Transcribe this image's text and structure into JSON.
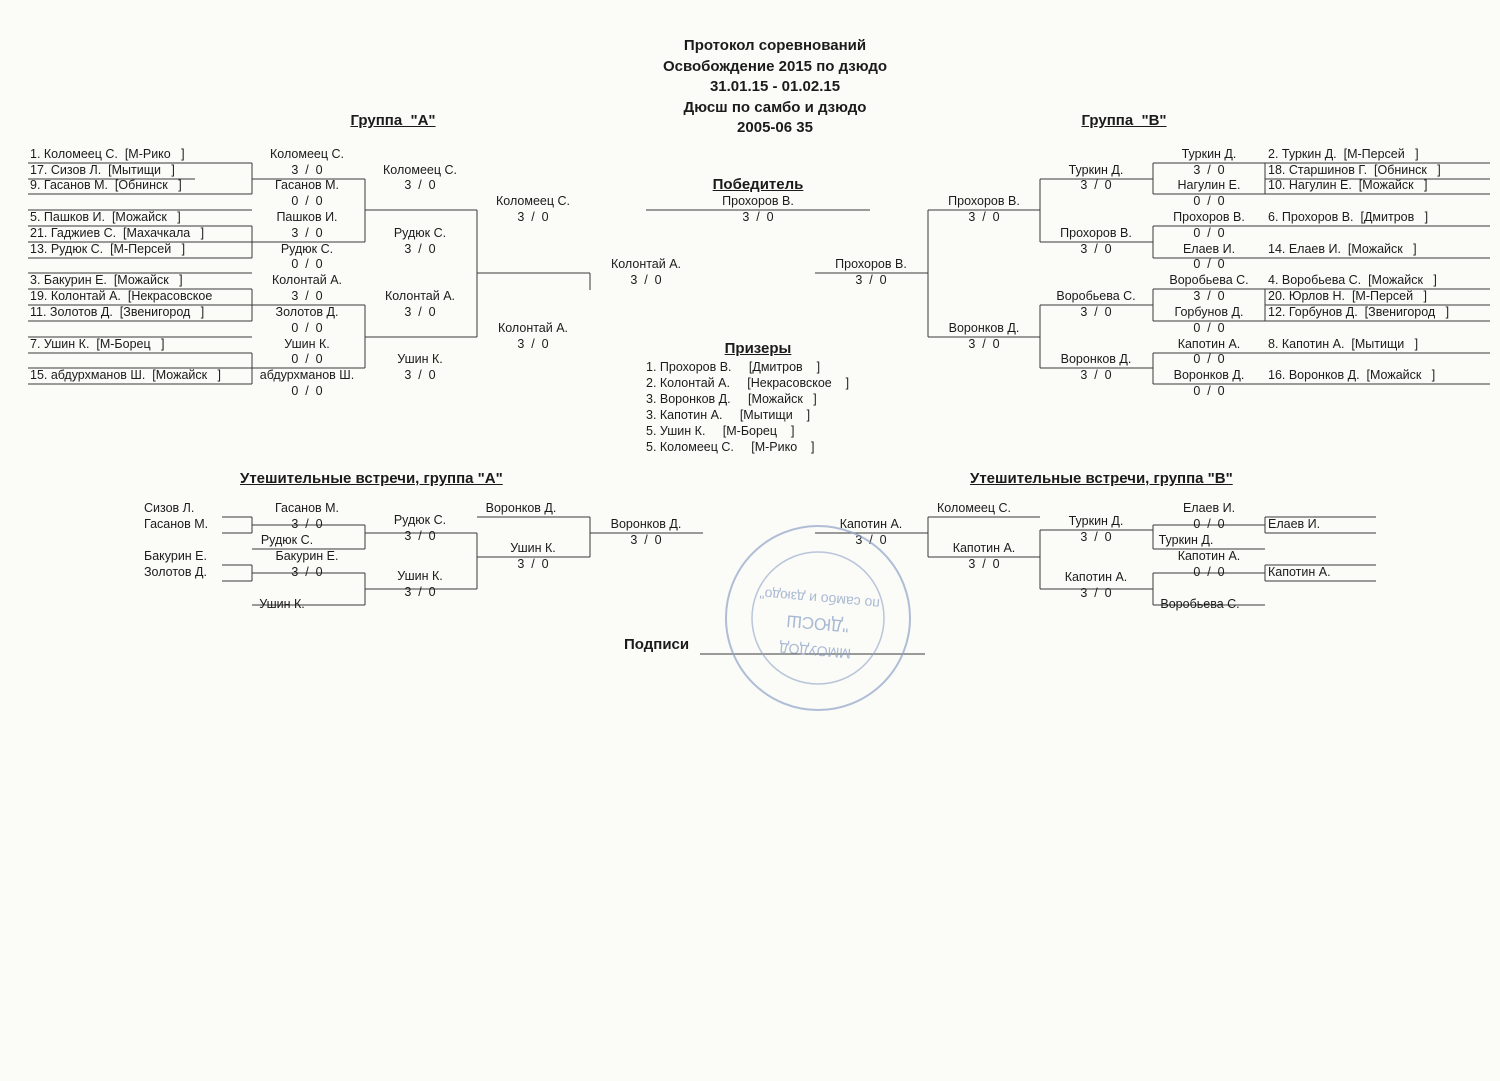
{
  "header": {
    "title": "Протокол соревнований",
    "event": "Освобождение 2015 по дзюдо",
    "dates": "31.01.15 - 01.02.15",
    "organizer": "Дюсш по самбо и дзюдо",
    "category": "2005-06 35"
  },
  "group_a": {
    "title": "Группа  \"А\"",
    "entrants": [
      "1. Коломеец С.  [М-Рико   ]",
      "17. Сизов Л.  [Мытищи   ]",
      "9. Гасанов М.  [Обнинск   ]",
      "5. Пашков И.  [Можайск   ]",
      "21. Гаджиев С.  [Махачкала   ]",
      "13. Рудюк С.  [М-Персей   ]",
      "3. Бакурин Е.  [Можайск   ]",
      "19. Колонтай А.  [Некрасовское",
      "11. Золотов Д.  [Звенигород   ]",
      "7. Ушин К.  [М-Борец   ]",
      "15. абдурхманов Ш.  [Можайск   ]"
    ],
    "round1": [
      "Коломеец С.",
      "3  /  0",
      "Гасанов М.",
      "0  /  0",
      "Пашков И.",
      "3  /  0",
      "Рудюк С.",
      "0  /  0",
      "Колонтай А.",
      "3  /  0",
      "Золотов Д.",
      "0  /  0",
      "Ушин К.",
      "0  /  0",
      "абдурхманов Ш.",
      "0  /  0"
    ],
    "round2": [
      "Коломеец С.",
      "3  /  0",
      "Рудюк С.",
      "3  /  0",
      "Колонтай А.",
      "3  /  0",
      "Ушин К.",
      "3  /  0"
    ],
    "round3": [
      "Коломеец С.",
      "3  /  0",
      "Колонтай А.",
      "3  /  0"
    ],
    "final": [
      "Колонтай А.",
      "3  /  0"
    ]
  },
  "group_b": {
    "title": "Группа  \"В\"",
    "entrants": [
      "2. Туркин Д.  [М-Персей   ]",
      "18. Старшинов Г.  [Обнинск   ]",
      "10. Нагулин Е.  [Можайск   ]",
      "6. Прохоров В.  [Дмитров   ]",
      "14. Елаев И.  [Можайск   ]",
      "4. Воробьева С.  [Можайск   ]",
      "20. Юрлов Н.  [М-Персей   ]",
      "12. Горбунов Д.  [Звенигород   ]",
      "8. Капотин А.  [Мытищи   ]",
      "16. Воронков Д.  [Можайск   ]"
    ],
    "round1": [
      "Туркин Д.",
      "3  /  0",
      "Нагулин Е.",
      "0  /  0",
      "Прохоров В.",
      "0  /  0",
      "Елаев И.",
      "0  /  0",
      "Воробьева С.",
      "3  /  0",
      "Горбунов Д.",
      "0  /  0",
      "Капотин А.",
      "0  /  0",
      "Воронков Д.",
      "0  /  0"
    ],
    "round2": [
      "Туркин Д.",
      "3  /  0",
      "Прохоров В.",
      "3  /  0",
      "Воробьева С.",
      "3  /  0",
      "Воронков Д.",
      "3  /  0"
    ],
    "round3": [
      "Прохоров В.",
      "3  /  0",
      "Воронков Д.",
      "3  /  0"
    ],
    "final": [
      "Прохоров В.",
      "3  /  0"
    ]
  },
  "winner": {
    "title": "Победитель",
    "name": "Прохоров В.",
    "score": "3  /  0"
  },
  "prizes": {
    "title": "Призеры",
    "items": [
      "1. Прохоров В.     [Дмитров    ]",
      "2. Колонтай А.     [Некрасовское    ]",
      "3. Воронков Д.     [Можайск   ]",
      "3. Капотин А.     [Мытищи    ]",
      "5. Ушин К.     [М-Борец    ]",
      "5. Коломеец С.     [М-Рико    ]"
    ]
  },
  "consolation_a": {
    "title": "Утешительные встречи, группа \"А\"",
    "names": [
      "Сизов Л.",
      "Гасанов М.",
      "Бакурин Е.",
      "Золотов Д.",
      "Ушин К."
    ],
    "r1": [
      "Гасанов М.",
      "3  /  0",
      "Рудюк С.",
      "Бакурин Е.",
      "3  /  0"
    ],
    "r2": [
      "Рудюк С.",
      "3  /  0",
      "Ушин К.",
      "3  /  0"
    ],
    "r3": [
      "Воронков Д.",
      "Ушин К.",
      "3  /  0"
    ],
    "r4": [
      "Воронков Д.",
      "3  /  0"
    ]
  },
  "consolation_b": {
    "title": "Утешительные встречи, группа \"В\"",
    "names": [
      "Елаев И.",
      "Капотин А.",
      "Туркин Д.",
      "Воробьева С."
    ],
    "r1": [
      "Елаев И.",
      "0  /  0",
      "Капотин А.",
      "0  /  0"
    ],
    "r2": [
      "Туркин Д.",
      "3  /  0",
      "Капотин А.",
      "3  /  0"
    ],
    "r3": [
      "Коломеец С.",
      "Капотин А.",
      "3  /  0"
    ],
    "r4": [
      "Капотин А.",
      "3  /  0"
    ]
  },
  "signature": {
    "label": "Подписи"
  },
  "stamp": {
    "lines": [
      "ММОУДОД",
      "\"ДЮСШ",
      "по самбо и дзюдо\""
    ],
    "color": "#8ea3c7"
  },
  "colors": {
    "ink": "#1b1b1b",
    "paper": "#fbfbf7",
    "line": "#3a3a3a"
  }
}
